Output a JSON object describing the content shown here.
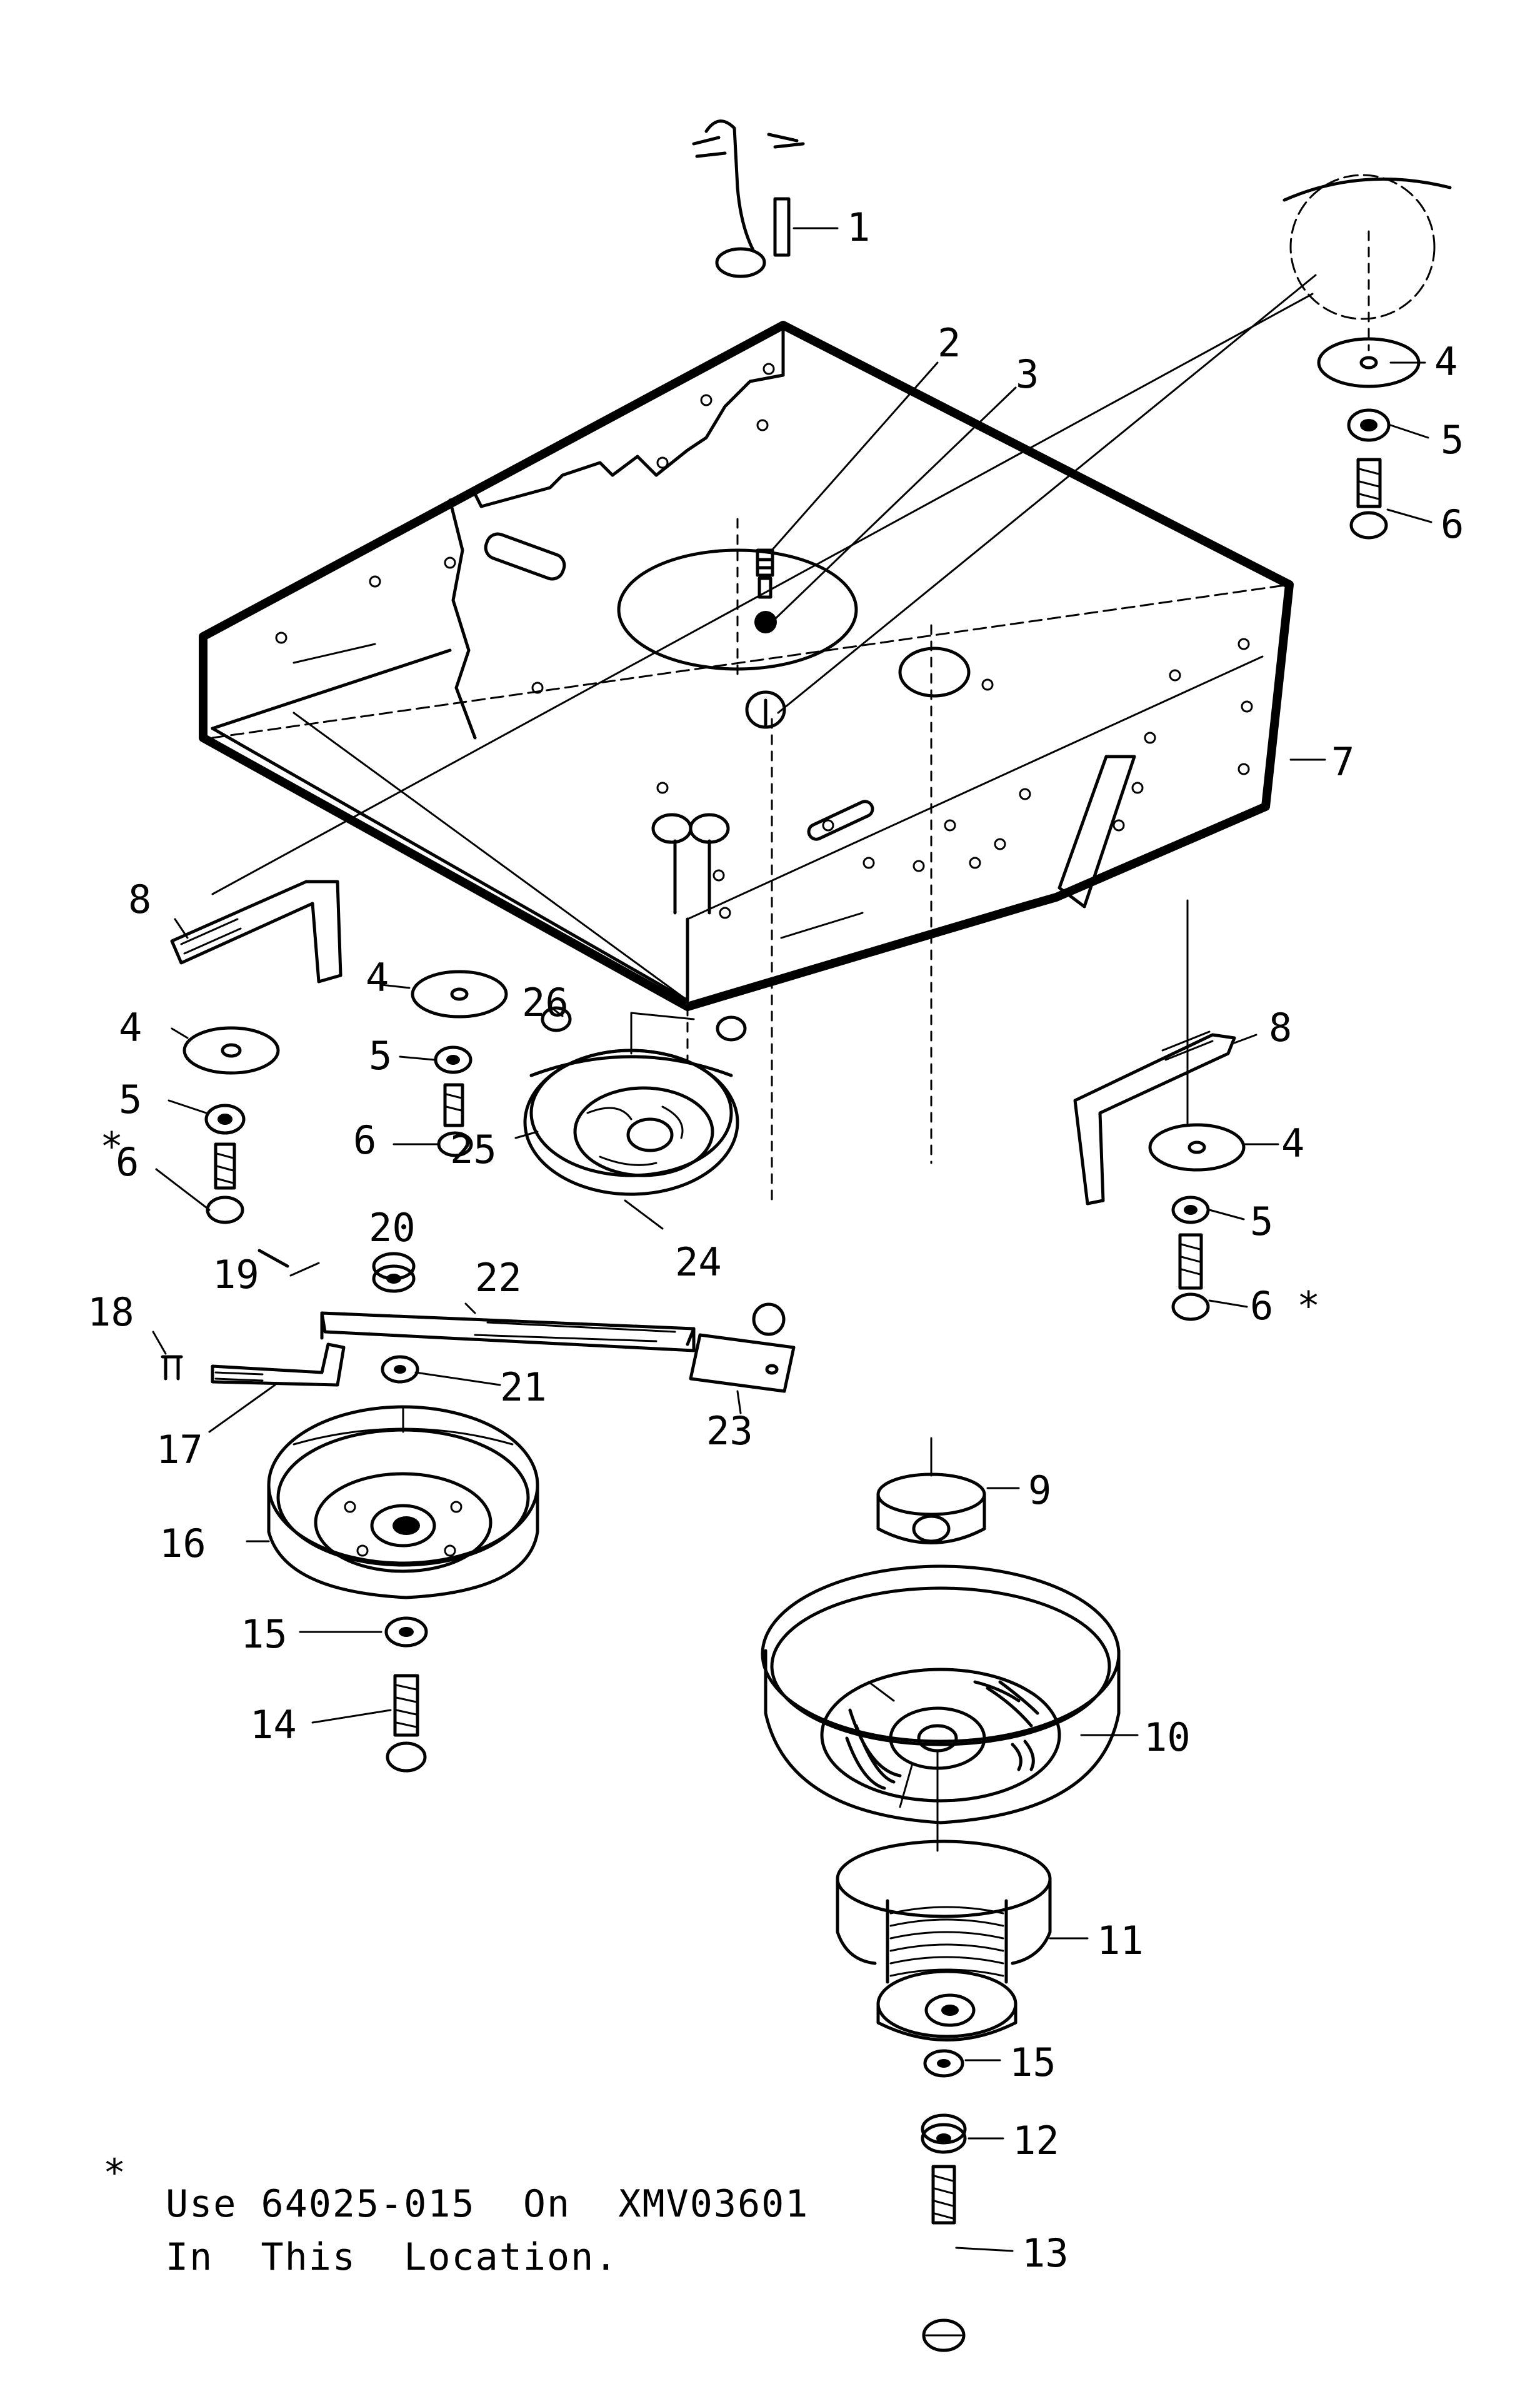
{
  "callouts": {
    "c1": "1",
    "c2": "2",
    "c3": "3",
    "c4a": "4",
    "c5a": "5",
    "c6a": "6",
    "c7": "7",
    "c8a": "8",
    "c4b": "4",
    "c5b": "5",
    "c6b": "6",
    "c4c": "4",
    "c5c": "5",
    "c6c": "6",
    "c6c_star": "*",
    "c26": "26",
    "c25": "25",
    "c24": "24",
    "c8b": "8",
    "c4d": "4",
    "c5d": "5",
    "c6d": "6",
    "c6d_star": "*",
    "c20": "20",
    "c19": "19",
    "c22": "22",
    "c18": "18",
    "c21": "21",
    "c23": "23",
    "c17": "17",
    "c16": "16",
    "c15a": "15",
    "c14": "14",
    "c9": "9",
    "c10": "10",
    "c11": "11",
    "c15b": "15",
    "c12": "12",
    "c13": "13"
  },
  "footnote": {
    "star": "*",
    "line1": "Use 64025-015  On  XMV03601",
    "line2": "In  This  Location."
  }
}
